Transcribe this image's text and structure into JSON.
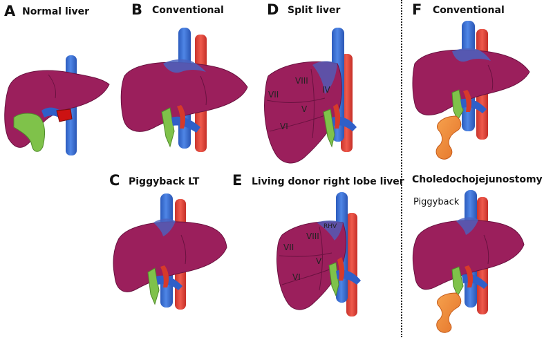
{
  "panels": [
    {
      "letter": "A",
      "title": "Normal liver"
    },
    {
      "letter": "B",
      "title": "Conventional"
    },
    {
      "letter": "D",
      "title": "Split liver",
      "segments": [
        "VIII",
        "IV",
        "VII",
        "V",
        "VI"
      ]
    },
    {
      "letter": "F",
      "title": "Conventional"
    },
    {
      "letter": "C",
      "title": "Piggyback LT"
    },
    {
      "letter": "E",
      "title": "Living donor right lobe liver",
      "segments": [
        "RHV",
        "VIII",
        "VII",
        "V",
        "VI"
      ]
    }
  ],
  "right_column": {
    "heading": "Choledochojejunostomy",
    "sublabel": "Piggyback"
  },
  "colors": {
    "liver": "#9b1f5c",
    "liver_line": "#6a1240",
    "ivc": "#3a6fd0",
    "aorta": "#e0443a",
    "bile_duct": "#7fc24a",
    "portal_vein": "#2f5fc8",
    "hepatic_artery": "#d63a2a",
    "jejunum": "#f08a3a"
  }
}
